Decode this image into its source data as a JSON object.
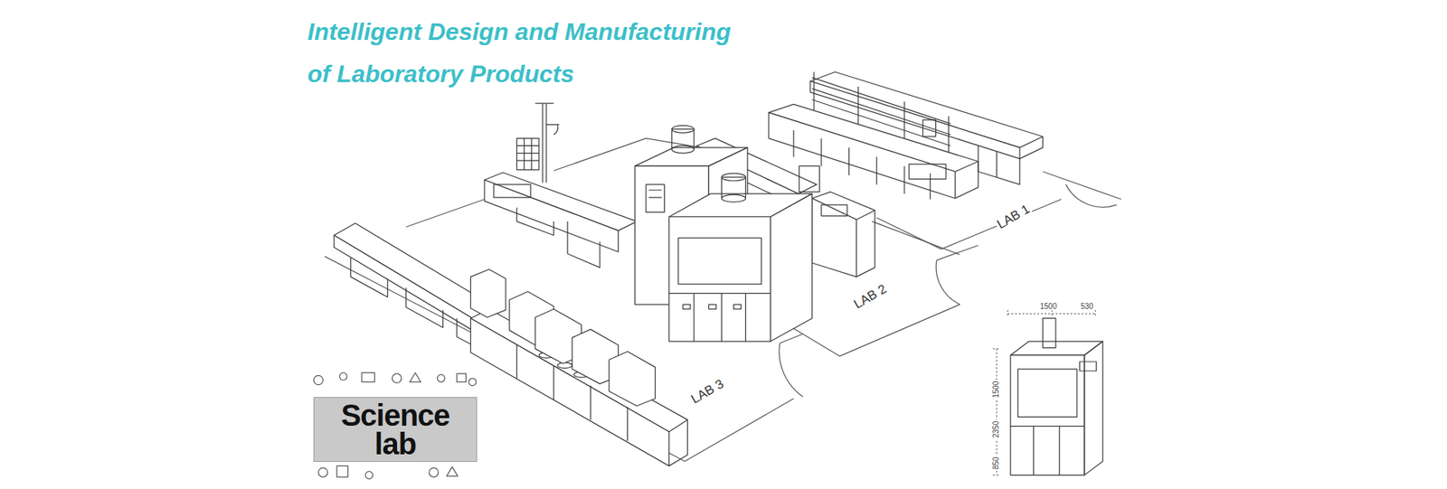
{
  "diagram": {
    "title": "Intelligent Design and Manufacturing of Laboratory Products",
    "nodes": [
      {
        "text": [
          "Science lab"
        ]
      }
    ],
    "labels": [
      "LAB 1",
      "LAB 2",
      "LAB 3",
      "1500",
      "530",
      "1500",
      "2350",
      "850"
    ]
  }
}
